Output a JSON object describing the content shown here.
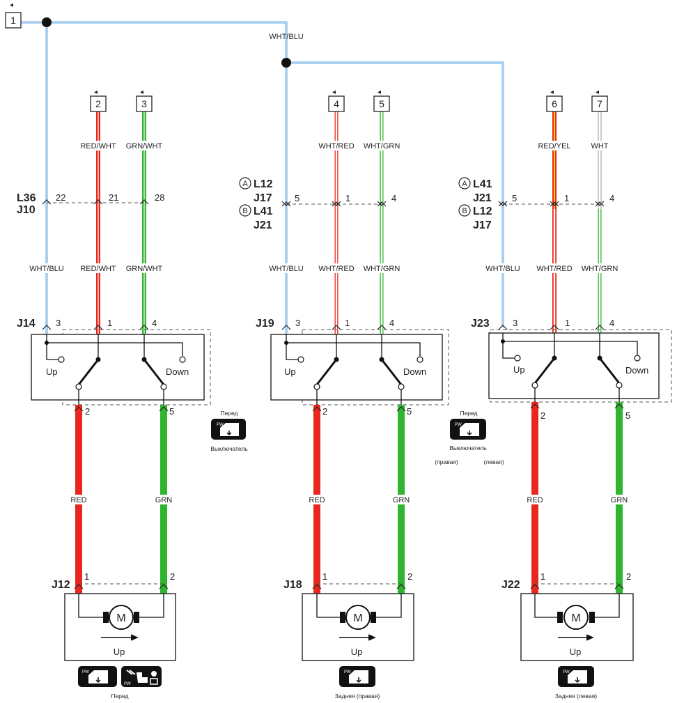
{
  "top_refs": [
    {
      "id": "1"
    },
    {
      "id": "2"
    },
    {
      "id": "3"
    },
    {
      "id": "4"
    },
    {
      "id": "5"
    },
    {
      "id": "6"
    },
    {
      "id": "7"
    }
  ],
  "wire_labels": {
    "main_feed": "WHT/BLU",
    "ref2": "RED/WHT",
    "ref3": "GRN/WHT",
    "ref4": "WHT/RED",
    "ref5": "WHT/GRN",
    "ref6": "RED/YEL",
    "ref7": "WHT",
    "s1_a": "WHT/BLU",
    "s1_b": "RED/WHT",
    "s1_c": "GRN/WHT",
    "s2_a": "WHT/BLU",
    "s2_b": "WHT/RED",
    "s2_c": "WHT/GRN",
    "s3_a": "WHT/BLU",
    "s3_b": "WHT/RED",
    "s3_c": "WHT/GRN",
    "red": "RED",
    "grn": "GRN"
  },
  "inline_connectors": {
    "s1": {
      "line1": "L36",
      "line2": "J10",
      "pins": [
        "22",
        "21",
        "28"
      ]
    },
    "s2": {
      "a_tag": "A",
      "a1": "L12",
      "a2": "J17",
      "b_tag": "B",
      "b1": "L41",
      "b2": "J21",
      "pins": [
        "5",
        "1",
        "4"
      ]
    },
    "s3": {
      "a_tag": "A",
      "a1": "L41",
      "a2": "J21",
      "b_tag": "B",
      "b1": "L12",
      "b2": "J17",
      "pins": [
        "5",
        "1",
        "4"
      ]
    }
  },
  "switches": [
    {
      "name": "J14",
      "pins_top": [
        "3",
        "1",
        "4"
      ],
      "pins_bottom": [
        "2",
        "5"
      ],
      "up": "Up",
      "down": "Down"
    },
    {
      "name": "J19",
      "pins_top": [
        "3",
        "1",
        "4"
      ],
      "pins_bottom": [
        "2",
        "5"
      ],
      "up": "Up",
      "down": "Down"
    },
    {
      "name": "J23",
      "pins_top": [
        "3",
        "1",
        "4"
      ],
      "pins_bottom": [
        "2",
        "5"
      ],
      "up": "Up",
      "down": "Down"
    }
  ],
  "motors": [
    {
      "name": "J12",
      "pins": [
        "1",
        "2"
      ],
      "symbol": "M",
      "direction": "Up"
    },
    {
      "name": "J18",
      "pins": [
        "1",
        "2"
      ],
      "symbol": "M",
      "direction": "Up"
    },
    {
      "name": "J22",
      "pins": [
        "1",
        "2"
      ],
      "symbol": "M",
      "direction": "Up"
    }
  ],
  "captions": {
    "sw1_top": "Перед",
    "sw1_bottom": "Выключатель",
    "sw2_top": "Перед",
    "sw2_bottom": "Выключатель",
    "sw2_right": "(правая)",
    "sw2_left": "(левая)",
    "m1": "Перед",
    "m2": "Задняя (правая)",
    "m3": "Задняя (левая)"
  },
  "icon_badge_text": "PW",
  "colors": {
    "red": "#e8281e",
    "green": "#2fb52f",
    "blue": "#5aa0e0",
    "black": "#111111"
  }
}
